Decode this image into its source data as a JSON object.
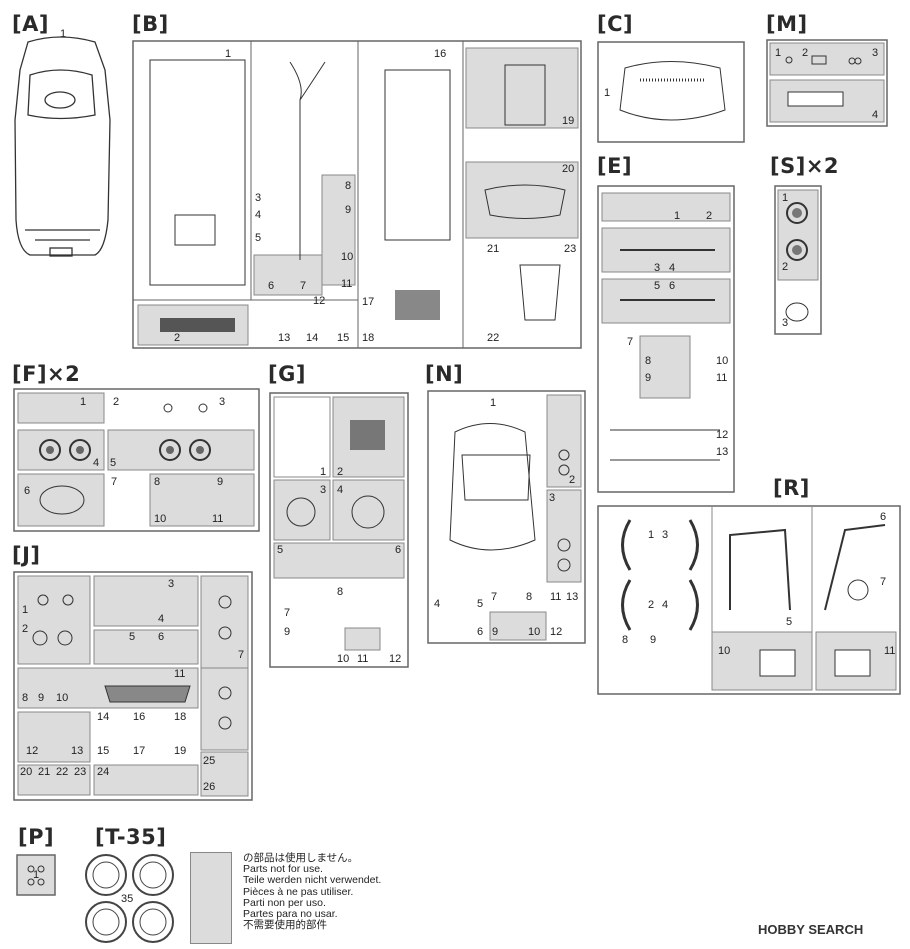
{
  "parts_sheet": {
    "A": {
      "label": "[A]",
      "part": "1"
    },
    "B": {
      "label": "[B]",
      "parts": [
        "1",
        "2",
        "3",
        "4",
        "5",
        "6",
        "7",
        "8",
        "9",
        "10",
        "11",
        "12",
        "13",
        "14",
        "15",
        "16",
        "17",
        "18",
        "19",
        "20",
        "21",
        "22",
        "23"
      ]
    },
    "C": {
      "label": "[C]",
      "parts": [
        "1"
      ]
    },
    "M": {
      "label": "[M]",
      "parts": [
        "1",
        "2",
        "3",
        "4"
      ]
    },
    "E": {
      "label": "[E]",
      "parts": [
        "1",
        "2",
        "3",
        "4",
        "5",
        "6",
        "7",
        "8",
        "9",
        "10",
        "11",
        "12",
        "13"
      ]
    },
    "S": {
      "label": "[S]×2",
      "parts": [
        "1",
        "2",
        "3"
      ]
    },
    "F": {
      "label": "[F]×2",
      "parts": [
        "1",
        "2",
        "3",
        "4",
        "5",
        "6",
        "7",
        "8",
        "9",
        "10",
        "11"
      ]
    },
    "G": {
      "label": "[G]",
      "parts": [
        "1",
        "2",
        "3",
        "4",
        "5",
        "6",
        "7",
        "8",
        "9",
        "10",
        "11",
        "12"
      ]
    },
    "N": {
      "label": "[N]",
      "parts": [
        "1",
        "2",
        "3",
        "4",
        "5",
        "6",
        "7",
        "8",
        "9",
        "10",
        "11",
        "12",
        "13"
      ]
    },
    "R": {
      "label": "[R]",
      "parts": [
        "1",
        "2",
        "3",
        "4",
        "5",
        "6",
        "7",
        "8",
        "9",
        "10",
        "11"
      ]
    },
    "J": {
      "label": "[J]",
      "parts": [
        "1",
        "2",
        "3",
        "4",
        "5",
        "6",
        "7",
        "8",
        "9",
        "10",
        "11",
        "12",
        "13",
        "14",
        "15",
        "16",
        "17",
        "18",
        "19",
        "20",
        "21",
        "22",
        "23",
        "24",
        "25",
        "26"
      ]
    },
    "P": {
      "label": "[P]",
      "parts": [
        "1"
      ]
    },
    "T35": {
      "label": "[T-35]",
      "parts": [
        "35"
      ]
    }
  },
  "legend": [
    "の部品は使用しません。",
    "Parts not for use.",
    "Teile werden nicht verwendet.",
    "Pièces à ne pas utiliser.",
    "Parti non per uso.",
    "Partes para no usar.",
    "不需要使用的部件"
  ],
  "watermark": "HOBBY SEARCH"
}
